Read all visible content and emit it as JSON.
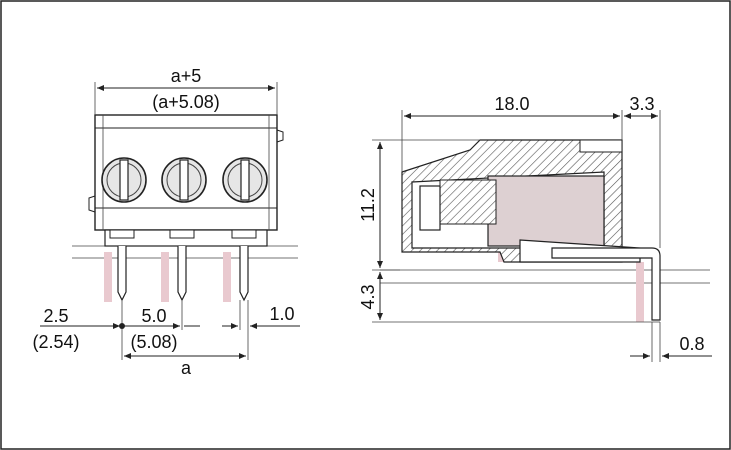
{
  "diagram": {
    "front_view": {
      "width_label": "a+5",
      "width_label_alt": "(a+5.08)",
      "pitch_label": "5.0",
      "pitch_label_alt": "(5.08)",
      "offset_label": "2.5",
      "offset_label_alt": "(2.54)",
      "pin_width_label": "1.0",
      "span_label": "a",
      "screw_count": 3
    },
    "side_view": {
      "length_label": "18.0",
      "overhang_label": "3.3",
      "height_label": "11.2",
      "pin_length_label": "4.3",
      "pin_thickness_label": "0.8"
    }
  },
  "colors": {
    "outline": "#222222",
    "pin_highlight": "#e9c9cf",
    "screw_fill": "#e6e6e6",
    "background": "#ffffff"
  }
}
